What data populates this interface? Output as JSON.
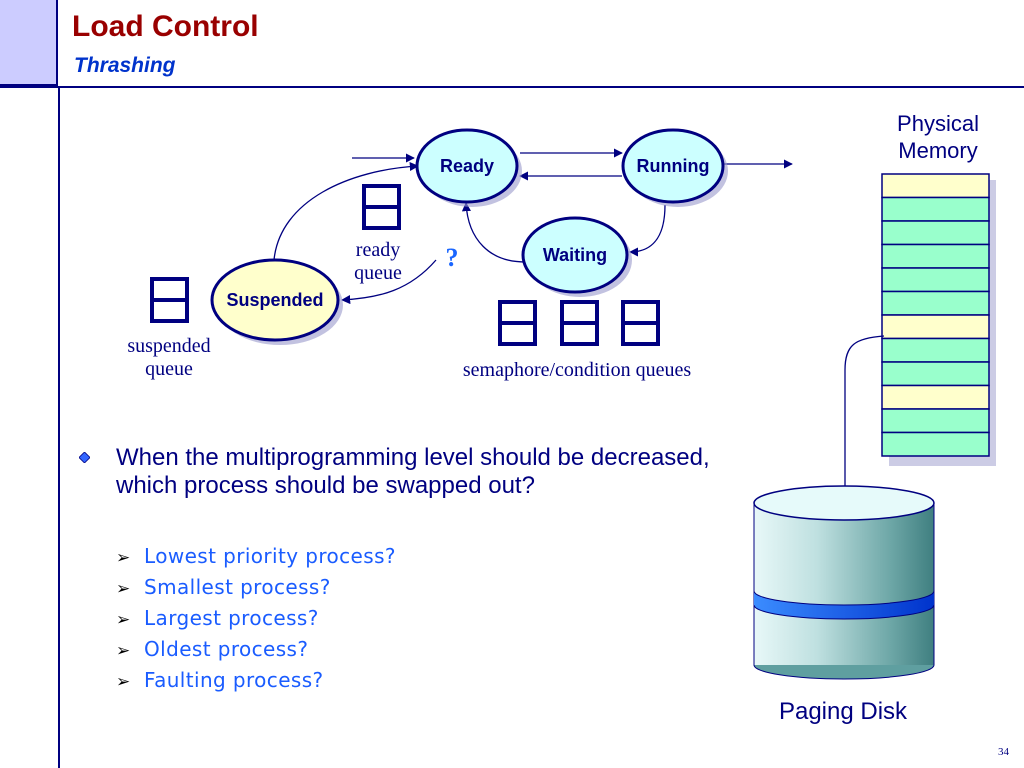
{
  "slide": {
    "title": "Load Control",
    "subtitle": "Thrashing",
    "page_number": "34"
  },
  "diagram": {
    "states": {
      "ready": "Ready",
      "running": "Running",
      "waiting": "Waiting",
      "suspended": "Suspended"
    },
    "ready_queue_label_1": "ready",
    "ready_queue_label_2": "queue",
    "suspended_queue_label_1": "suspended",
    "suspended_queue_label_2": "queue",
    "semaphore_label": "semaphore/condition queues",
    "question_mark": "?",
    "physical_memory_label_1": "Physical",
    "physical_memory_label_2": "Memory",
    "paging_disk_label": "Paging Disk",
    "memory_frames": [
      "used",
      "free",
      "free",
      "free",
      "free",
      "free",
      "used",
      "free",
      "free",
      "used",
      "free",
      "free"
    ],
    "colors": {
      "ellipse_fill": "#ccffff",
      "suspended_fill": "#ffffcc",
      "ellipse_stroke": "#000080",
      "frame_used": "#ffffcc",
      "frame_free": "#99ffcc",
      "disk_band": "#1a66ff",
      "disk_body": "#5f9fa0"
    }
  },
  "content": {
    "main_bullet": "When the multiprogramming level should be decreased, which process should be swapped out?",
    "options": [
      "Lowest priority process?",
      "Smallest process?",
      "Largest process?",
      "Oldest process?",
      "Faulting process?"
    ],
    "option_marker": "➢"
  }
}
